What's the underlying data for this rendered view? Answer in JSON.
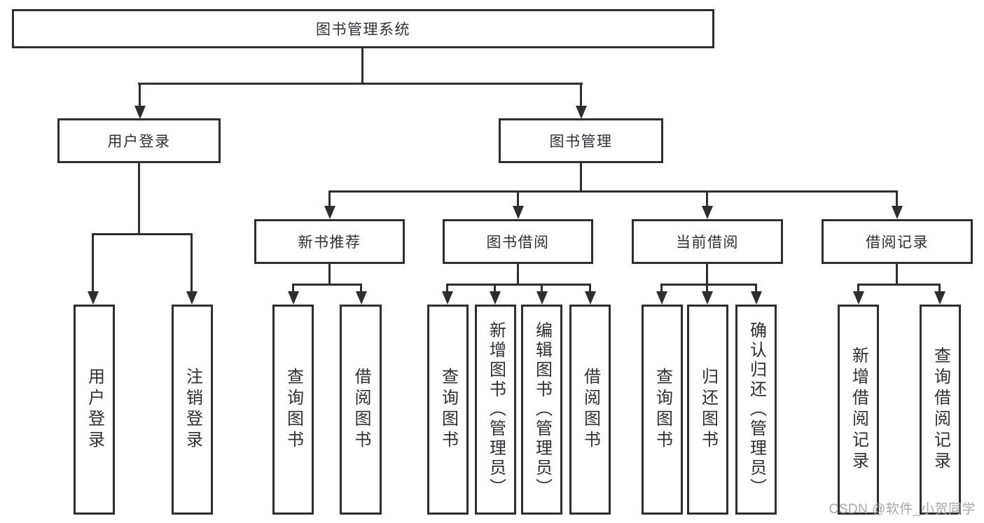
{
  "root_label": "图书管理系统",
  "level2": {
    "user_login": "用户登录",
    "book_mgmt": "图书管理"
  },
  "level3": {
    "new_book_rec": "新书推荐",
    "book_borrow": "图书借阅",
    "current_borrow": "当前借阅",
    "borrow_record": "借阅记录"
  },
  "leaves": {
    "user_login_login": "用户登录",
    "user_login_logout": "注销登录",
    "rec_query_book": "查询图书",
    "rec_borrow_book": "借阅图书",
    "borrow_query_book": "查询图书",
    "borrow_add_book": "新增图书（管理员）",
    "borrow_edit_book": "编辑图书（管理员）",
    "borrow_borrow_book": "借阅图书",
    "current_query_book": "查询图书",
    "current_return_book": "归还图书",
    "current_confirm_return": "确认归还（管理员）",
    "record_add": "新增借阅记录",
    "record_query": "查询借阅记录"
  },
  "watermark": "CSDN @软件_小贺同学",
  "colors": {
    "line": "#2e2e2e",
    "text": "#2f2f33",
    "background": "#ffffff",
    "watermark": "#a6a6ad"
  }
}
